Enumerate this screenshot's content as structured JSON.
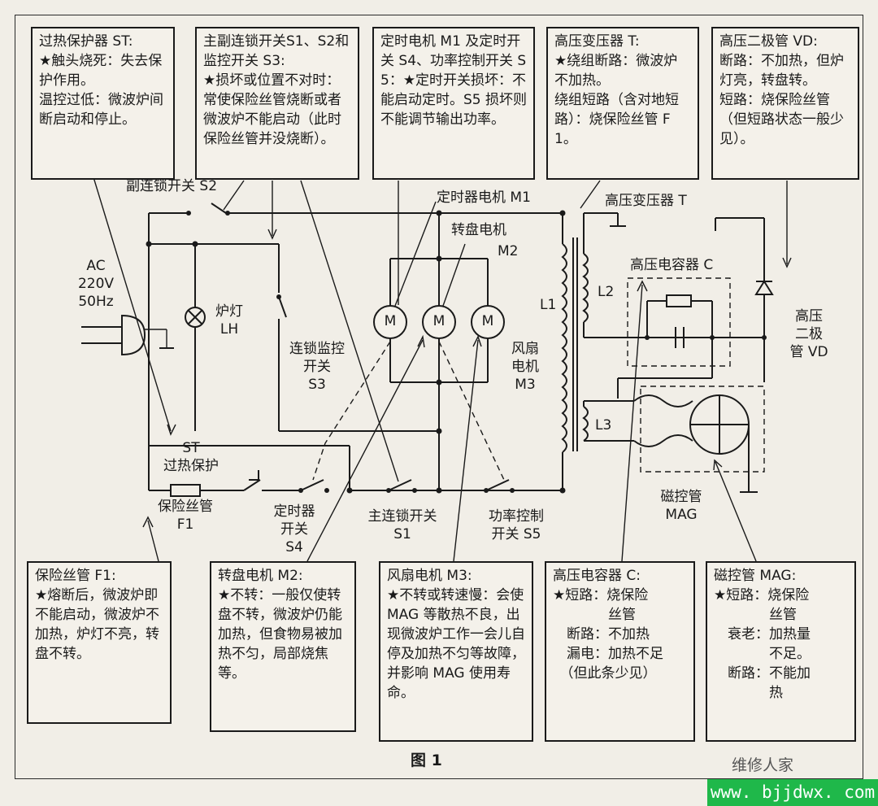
{
  "notes": {
    "st": "过热保护器 ST:\n★触头烧死：失去保护作用。\n温控过低：微波炉间断启动和停止。",
    "s1s2s3": "主副连锁开关S1、S2和监控开关 S3:\n★损坏或位置不对时：常使保险丝管烧断或者微波炉不能启动（此时保险丝管并没烧断）。",
    "m1": "定时电机 M1 及定时开关 S4、功率控制开关 S5：★定时开关损坏：不能启动定时。S5 损坏则不能调节输出功率。",
    "t": "高压变压器 T:\n★绕组断路：微波炉不加热。\n绕组短路（含对地短路）：烧保险丝管 F1。",
    "vd": "高压二极管 VD:\n断路：不加热，但炉灯亮，转盘转。\n短路：烧保险丝管（但短路状态一般少见）。",
    "f1": "保险丝管 F1:\n★熔断后，微波炉即不能启动，微波炉不加热，炉灯不亮，转盘不转。",
    "m2": "转盘电机 M2:\n★不转：一般仅使转盘不转，微波炉仍能加热，但食物易被加热不匀，局部烧焦等。",
    "m3": "风扇电机 M3:\n★不转或转速慢：会使 MAG 等散热不良，出现微波炉工作一会儿自停及加热不匀等故障，并影响 MAG 使用寿命。",
    "c": "高压电容器 C:\n★短路：烧保险\n　　　　丝管\n　断路：不加热\n　漏电：加热不足\n　（但此条少见）",
    "mag": "磁控管 MAG:\n★短路：烧保险\n　　　　丝管\n　衰老：加热量\n　　　　不足。\n　断路：不能加\n　　　　热"
  },
  "labels": {
    "s2": "副连锁开关 S2",
    "m1": "定时器电机 M1",
    "t": "高压变压器 T",
    "m2a": "转盘电机",
    "m2b": "M2",
    "ac": "AC\n220V\n50Hz",
    "lh": "炉灯\nLH",
    "c": "高压电容器 C",
    "l2": "L2",
    "l1": "L1",
    "vd": "高压\n二极\n管 VD",
    "m3": "风扇\n电机\nM3",
    "s3": "连锁监控\n开关\nS3",
    "l3": "L3",
    "st": "ST\n过热保护",
    "f1": "保险丝管\nF1",
    "s4": "定时器\n开关\nS4",
    "s1": "主连锁开关\nS1",
    "s5": "功率控制\n开关 S5",
    "mag": "磁控管\nMAG",
    "motor_symbol": "M"
  },
  "figure_title": "图 1",
  "watermark": {
    "badge": "维修人家",
    "url": "www. bjjdwx. com"
  }
}
